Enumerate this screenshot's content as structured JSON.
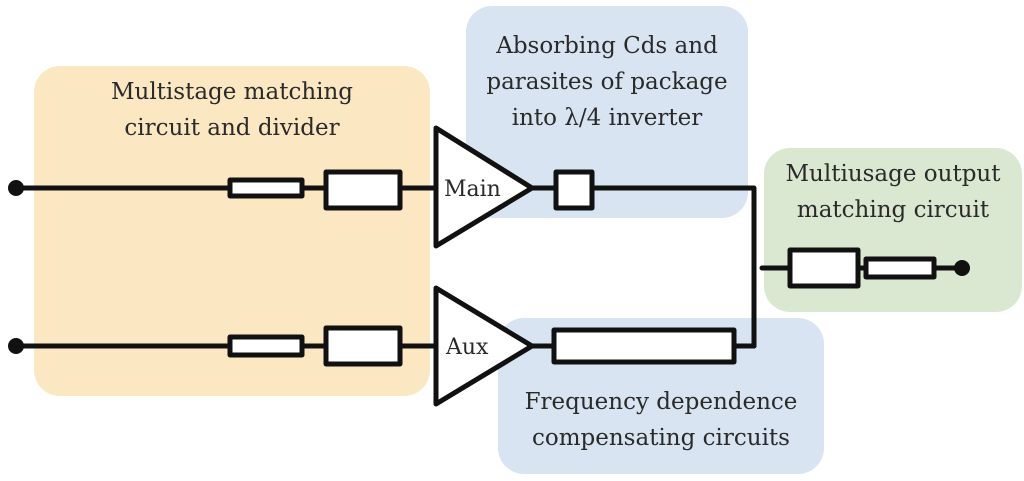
{
  "regions": {
    "input": {
      "line1": "Multistage matching",
      "line2": "circuit and divider"
    },
    "absorb": {
      "line1": "Absorbing Cds and",
      "line2": "parasites of package",
      "line3": "into λ/4 inverter"
    },
    "freq": {
      "line1": "Frequency dependence",
      "line2": "compensating circuits"
    },
    "output": {
      "line1": "Multiusage output",
      "line2": "matching circuit"
    }
  },
  "amplifiers": {
    "main": "Main",
    "aux": "Aux"
  },
  "colors": {
    "input_region": "#fbe7c2",
    "blue_region": "#d8e4f1",
    "output_region": "#dbe8d1",
    "wire": "#111111"
  }
}
